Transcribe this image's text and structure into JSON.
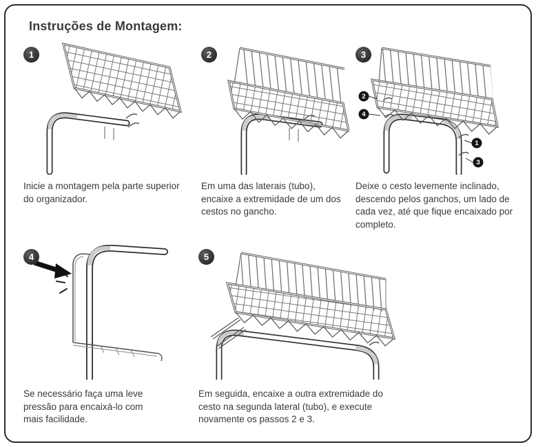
{
  "page": {
    "title": "Instruções de Montagem:"
  },
  "steps": [
    {
      "number": "1",
      "caption": "Inicie a montagem pela parte superior do organizador."
    },
    {
      "number": "2",
      "caption": "Em uma das laterais (tubo), encaixe a extremidade de um dos cestos no gancho."
    },
    {
      "number": "3",
      "caption": "Deixe o cesto levemente inclinado, descendo pelos ganchos, um lado de cada vez, até que fique encaixado por completo."
    },
    {
      "number": "4",
      "caption": "Se necessário faça uma leve pressão para encaixá-lo com mais facilidade."
    },
    {
      "number": "5",
      "caption": "Em seguida, encaixe a outra extremidade do cesto na segunda lateral (tubo), e execute novamente os passos 2 e 3."
    }
  ],
  "step3_callouts": {
    "left_top": "2",
    "left_bottom": "4",
    "right_top": "1",
    "right_bottom": "3"
  },
  "colors": {
    "ink": "#3a3a3a",
    "wire_line": "#555555",
    "tube_outline": "#2f2f2f",
    "badge_fill": "#333333",
    "border": "#2b2b2b"
  }
}
